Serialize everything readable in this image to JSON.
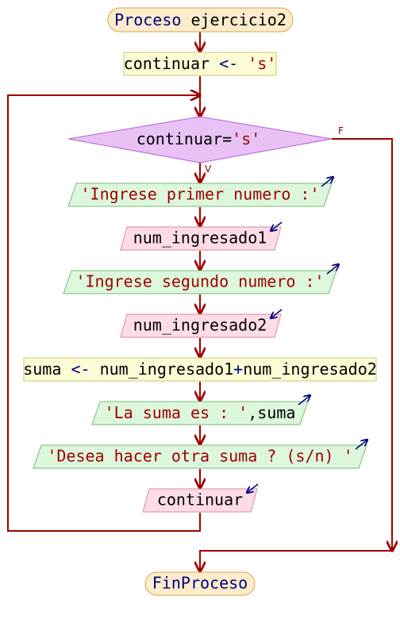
{
  "colors": {
    "flow_line": "#a00000",
    "keyword": "#00007f",
    "string": "#a00000",
    "text": "#000000",
    "io_arrow": "#00007f",
    "terminal_fill": "#fbeccb",
    "process_fill": "#fbfbd5",
    "output_fill": "#dcf7dc",
    "input_fill": "#fddce8",
    "decision_fill": "#e9c2f5"
  },
  "start": {
    "keyword": "Proceso",
    "name": "ejercicio2"
  },
  "init": {
    "var": "continuar",
    "arrow": "<",
    "value": "'s'"
  },
  "decision": {
    "var": "continuar",
    "op": "=",
    "value": "'s'",
    "true_label": "V",
    "false_label": "F"
  },
  "output1": {
    "text": "'Ingrese primer numero :'"
  },
  "input1": {
    "var": "num_ingresado1"
  },
  "output2": {
    "text": "'Ingrese segundo numero :'"
  },
  "input2": {
    "var": "num_ingresado2"
  },
  "assign": {
    "var": "suma",
    "arrow": "<",
    "expr_a": "num_ingresado1",
    "plus": "+",
    "expr_b": "num_ingresado2"
  },
  "output3": {
    "text": "'La suma es : '",
    "comma": ",",
    "var": "suma"
  },
  "output4": {
    "text": "'Desea hacer otra suma ? (s/n) '"
  },
  "input3": {
    "var": "continuar"
  },
  "end": {
    "keyword": "FinProceso"
  }
}
